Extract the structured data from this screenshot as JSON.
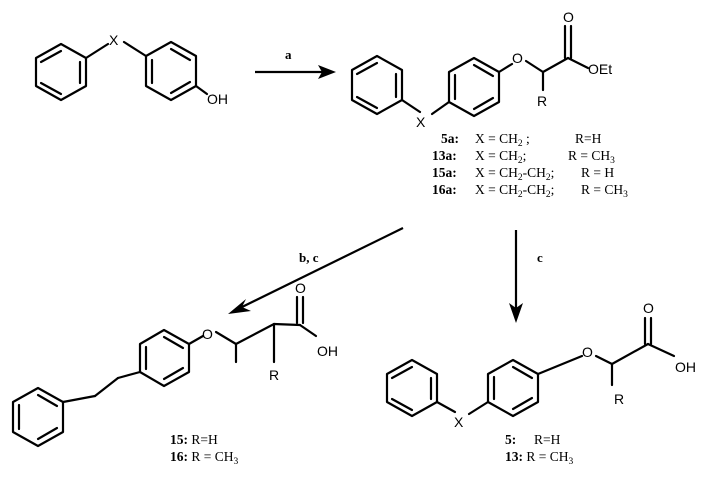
{
  "atoms": {
    "X": "X",
    "O": "O",
    "OH": "OH",
    "OEt": "OEt",
    "R": "R"
  },
  "conditions": {
    "a": "a",
    "bc": "b, c",
    "c": "c"
  },
  "ester_series": [
    {
      "id": "5a:",
      "x_def": "X = CH",
      "x_sub": "2",
      "x_tail": " ;",
      "r_def": "R=H"
    },
    {
      "id": "13a:",
      "x_def": "X = CH",
      "x_sub": "2",
      "x_tail": ";",
      "r_def": "R = CH",
      "r_sub": "3"
    },
    {
      "id": "15a:",
      "x_def": "X = CH",
      "x_sub": "2",
      "x_mid": "-CH",
      "x_sub2": "2",
      "x_tail": ";",
      "r_def": "R = H"
    },
    {
      "id": "16a:",
      "x_def": "X = CH",
      "x_sub": "2",
      "x_mid": "-CH",
      "x_sub2": "2",
      "x_tail": ";",
      "r_def": "R = CH",
      "r_sub": "3"
    }
  ],
  "products_left": [
    {
      "id": "15:",
      "def": "R=H"
    },
    {
      "id": "16:",
      "def": "R = CH",
      "sub": "3"
    }
  ],
  "products_right": [
    {
      "id": "5:",
      "def": "R=H"
    },
    {
      "id": "13:",
      "def": "R = CH",
      "sub": "3"
    }
  ]
}
